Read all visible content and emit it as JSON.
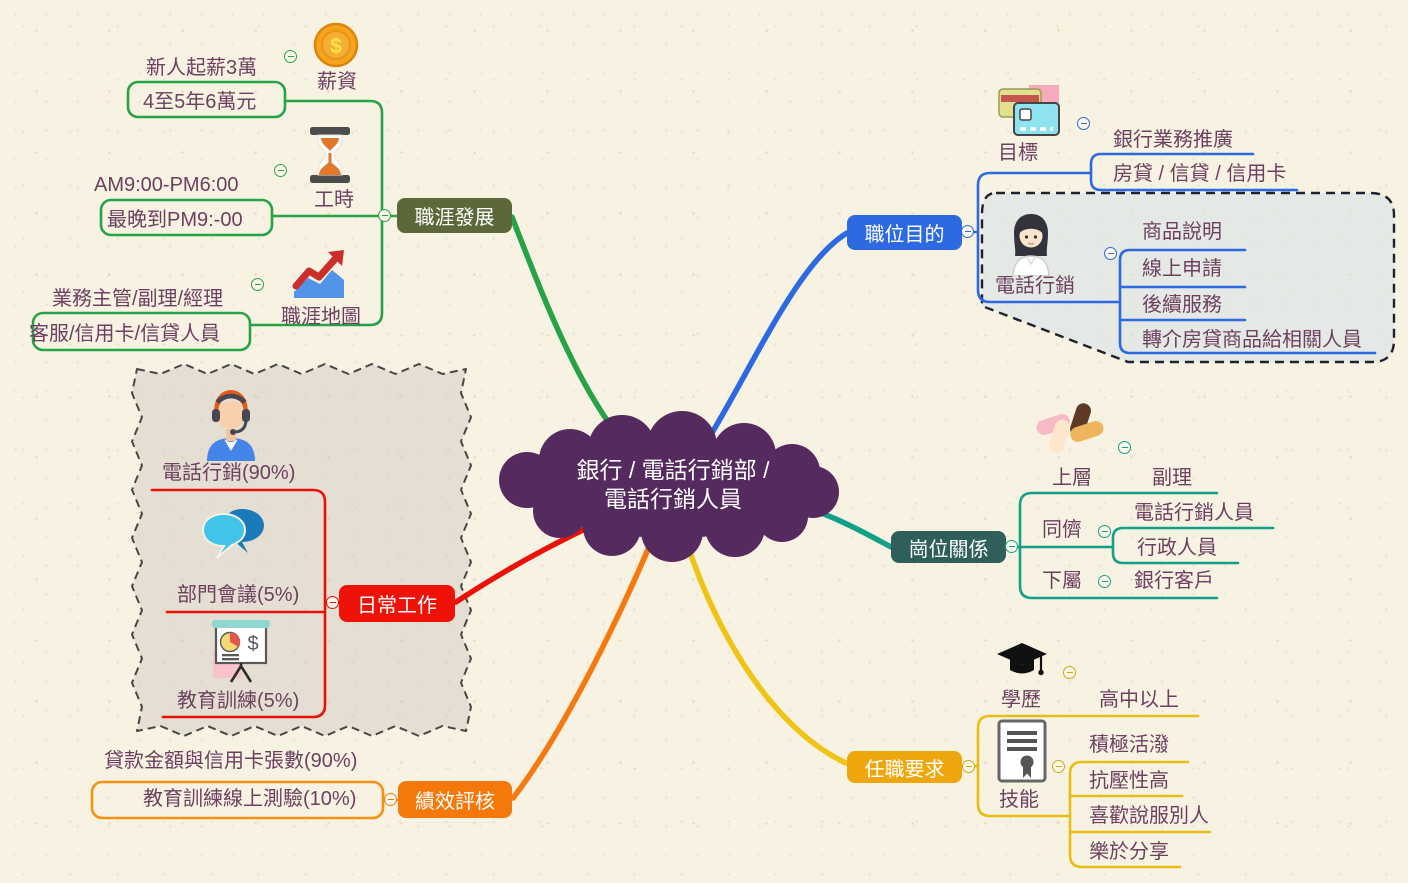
{
  "center": {
    "title_line1": "銀行 / 電話行銷部 /",
    "title_line2": "電話行銷人員"
  },
  "icons": {
    "coin_glyph": "$",
    "presentation_glyph": "$",
    "coin": "coin-icon",
    "hourglass": "hourglass-icon",
    "career_chart": "growth-chart-icon",
    "credit_cards": "credit-cards-icon",
    "telemarketer_woman": "woman-avatar-icon",
    "team_hands": "teamwork-hands-icon",
    "headset_operator": "headset-operator-icon",
    "chat_bubbles": "chat-bubbles-icon",
    "presentation_board": "presentation-board-icon",
    "graduation_cap": "graduation-cap-icon",
    "certificate": "certificate-icon"
  },
  "career": {
    "label": "職涯發展",
    "salary": {
      "label": "薪資",
      "item1": "新人起薪3萬",
      "item2": "4至5年6萬元"
    },
    "hours": {
      "label": "工時",
      "item1": "AM9:00-PM6:00",
      "item2": "最晚到PM9:-00"
    },
    "map": {
      "label": "職涯地圖",
      "item1": "業務主管/副理/經理",
      "item2": "客服/信用卡/信貸人員"
    }
  },
  "purpose": {
    "label": "職位目的",
    "goal": {
      "label": "目標",
      "item1": "銀行業務推廣",
      "item2": "房貸 / 信貸 / 信用卡"
    },
    "tele": {
      "label": "電話行銷",
      "item1": "商品說明",
      "item2": "線上申請",
      "item3": "後續服務",
      "item4": "轉介房貸商品給相關人員"
    }
  },
  "daily": {
    "label": "日常工作",
    "item1": "電話行銷(90%)",
    "item2": "部門會議(5%)",
    "item3": "教育訓練(5%)"
  },
  "relations": {
    "label": "崗位關係",
    "upper_label": "上層",
    "upper_value": "副理",
    "peer_label": "同儕",
    "peer_value1": "電話行銷人員",
    "peer_value2": "行政人員",
    "sub_label": "下屬",
    "sub_value": "銀行客戶"
  },
  "performance": {
    "label": "績效評核",
    "item1": "貸款金額與信用卡張數(90%)",
    "item2": "教育訓練線上測驗(10%)"
  },
  "requirements": {
    "label": "任職要求",
    "education_label": "學歷",
    "education_value": "高中以上",
    "skills_label": "技能",
    "skill1": "積極活潑",
    "skill2": "抗壓性高",
    "skill3": "喜歡說服別人",
    "skill4": "樂於分享"
  },
  "colors": {
    "background": "#f7f2e2",
    "center_fill": "#552a5e",
    "item_text": "#6d4060",
    "career_branch": "#26a347",
    "career_node": "#5c6839",
    "purpose_branch": "#2d69e1",
    "purpose_node": "#2d69e1",
    "daily_branch": "#ea1208",
    "daily_node": "#ee1208",
    "relations_branch": "#12a089",
    "relations_node": "#2e5f5b",
    "performance_branch": "#f5790f",
    "performance_node": "#f5780a",
    "requirements_branch": "#eec417",
    "requirements_node": "#eda70d"
  }
}
